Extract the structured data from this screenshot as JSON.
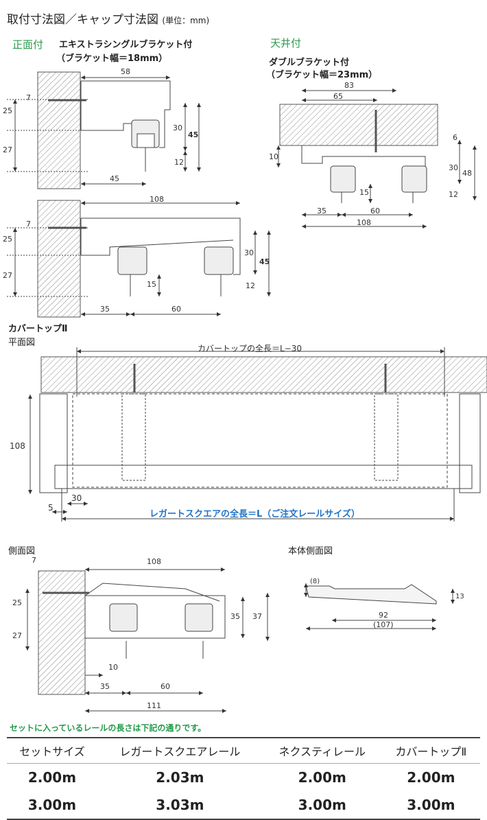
{
  "title": "取付寸法図／キャップ寸法図",
  "title_unit": "(単位：mm)",
  "front": {
    "heading": "正面付",
    "bracket_label": "エキストラシングルブラケット付",
    "bracket_width": "（ブラケット幅＝18mm）",
    "single": {
      "d58": "58",
      "d7": "7",
      "d25": "25",
      "d27": "27",
      "d30": "30",
      "d45": "45",
      "d12": "12",
      "d45b": "45"
    },
    "double": {
      "d108": "108",
      "d7": "7",
      "d25": "25",
      "d27": "27",
      "d30": "30",
      "d45": "45",
      "d12": "12",
      "d15": "15",
      "d35": "35",
      "d60": "60"
    }
  },
  "ceiling": {
    "heading": "天井付",
    "bracket_label": "ダブルブラケット付",
    "bracket_width": "（ブラケット幅＝23mm）",
    "dims": {
      "d83": "83",
      "d65": "65",
      "d6": "6",
      "d10": "10",
      "d30": "30",
      "d48": "48",
      "d12": "12",
      "d15": "15",
      "d35": "35",
      "d60": "60",
      "d108": "108"
    }
  },
  "cover": {
    "heading": "カバートップⅡ",
    "plan_label": "平面図",
    "total_length": "カバートップの全長＝L−30",
    "d108": "108",
    "d30": "30",
    "d5": "5",
    "legato_length": "レガートスクエアの全長＝L（ご注文レールサイズ）"
  },
  "side": {
    "label": "側面図",
    "dims": {
      "d7": "7",
      "d108": "108",
      "d25": "25",
      "d27": "27",
      "d35": "35",
      "d37": "37",
      "d10": "10",
      "d35b": "35",
      "d60": "60",
      "d111": "111"
    }
  },
  "body_side": {
    "label": "本体側面図",
    "dims": {
      "d8": "(8)",
      "d13": "13",
      "d92": "92",
      "d107": "(107)"
    }
  },
  "note": "セットに入っているレールの長さは下記の通りです。",
  "table": {
    "headers": [
      "セットサイズ",
      "レガートスクエアレール",
      "ネクスティレール",
      "カバートップⅡ"
    ],
    "rows": [
      [
        "2.00m",
        "2.03m",
        "2.00m",
        "2.00m"
      ],
      [
        "3.00m",
        "3.03m",
        "3.00m",
        "3.00m"
      ]
    ]
  }
}
